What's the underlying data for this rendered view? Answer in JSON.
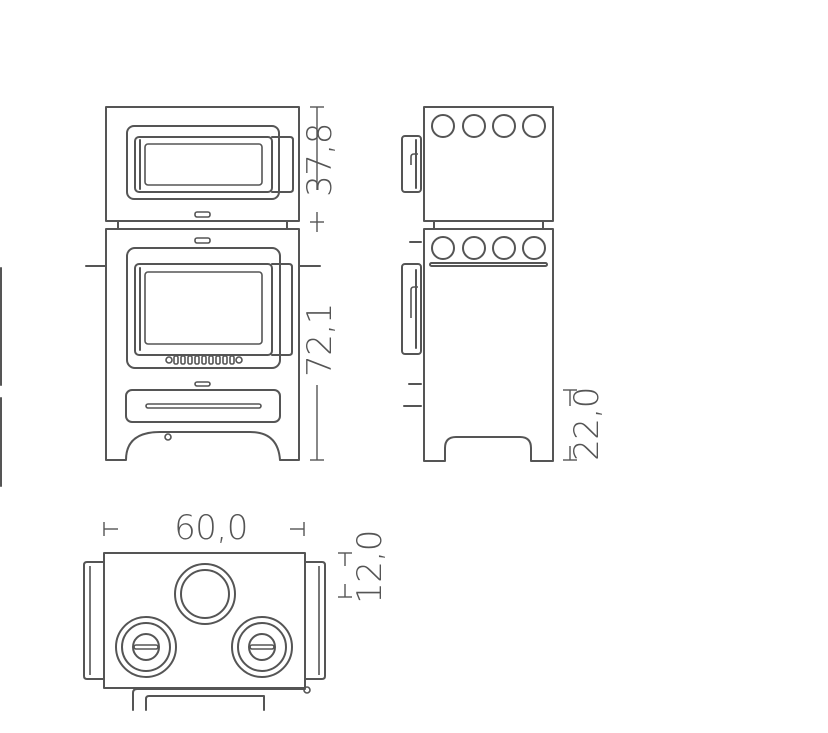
{
  "diagram": {
    "line_color": "#555555",
    "background": "#ffffff",
    "dimensions": {
      "upper_height": "37,8",
      "lower_height": "72,1",
      "leg_height": "22,0",
      "width": "60,0",
      "depth_offset": "12,0"
    }
  }
}
